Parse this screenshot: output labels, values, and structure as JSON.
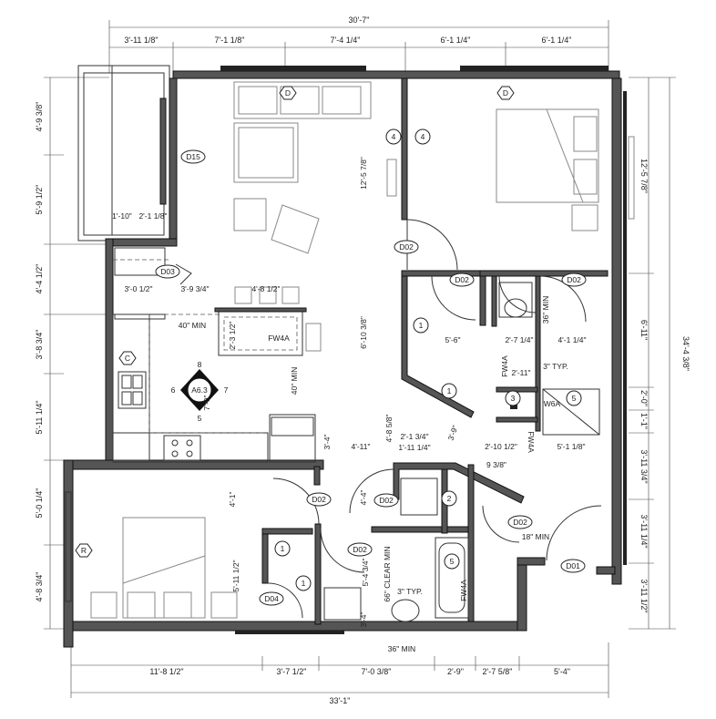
{
  "dimensions": {
    "overall_top": "30'-7\"",
    "top_row": [
      "3'-11 1/8\"",
      "7'-1 1/8\"",
      "7'-4 1/4\"",
      "6'-1 1/4\"",
      "6'-1 1/4\""
    ],
    "overall_bottom": "33'-1\"",
    "bottom_row": [
      "11'-8 1/2\"",
      "3'-7 1/2\"",
      "7'-0 3/8\"",
      "2'-9\"",
      "2'-7 5/8\"",
      "5'-4\""
    ],
    "left_column": [
      "4'-9 3/8\"",
      "5'-9 1/2\"",
      "4'-4 1/2\"",
      "3'-8 3/4\"",
      "5'-11 1/4\"",
      "5'-0 1/4\"",
      "4'-8 3/4\""
    ],
    "right_overall": "34'-4 3/8\"",
    "right_column": [
      "12'-5 7/8\"",
      "6'-11\"",
      "2'-0\"",
      "1'-1\"",
      "3'-11 3/4\"",
      "3'-11 1/4\"",
      "3'-11 1/2\""
    ],
    "interior": {
      "closet_1_10": "1'-10\"",
      "closet_2_1": "2'-1 1/8\"",
      "d3_width": "3'-0 1/2\"",
      "d3_side": "3'-9 3/4\"",
      "bar_width": "4'-8 1/2\"",
      "island_clear": "40\" MIN",
      "island_depth": "2'-3 1/2\"",
      "kitchen_aisle": "40\" MIN",
      "kitchen_depth": "7'-0\"",
      "living_height": "12'-5 7/8\"",
      "living_mid": "6'-10 3/8\"",
      "living_low": "4'-8 5/8\"",
      "counter_end": "3'-4\"",
      "hall_4_11": "4'-11\"",
      "hall_2_1": "2'-1 3/4\"",
      "hall_1_11": "1'-11 1/4\"",
      "hall_3_9": "3'-9\"",
      "hall_2_10": "2'-10 1/2\"",
      "hall_9_3": "9 3/8\"",
      "bath_5_6": "5'-6\"",
      "bath_2_7": "2'-7 1/4\"",
      "bath_4_1": "4'-1 1/4\"",
      "bath_36": "36\" MIN",
      "bath_2_11": "2'-11\"",
      "bath_3typ": "3\" TYP.",
      "bath_5_1": "5'-1 1/8\"",
      "bed2_4_1": "4'-1\"",
      "bed2_4_4": "4'-4\"",
      "bed2_5_11": "5'-11 1/2\"",
      "bed2_5_4": "5'-4 3/4\"",
      "bath2_66": "66\" CLEAR MIN",
      "bath2_3typ": "3\" TYP.",
      "bath2_3_4": "3'-4\"",
      "bath2_36": "36\" MIN",
      "entry_18": "18\" MIN"
    }
  },
  "tags": {
    "door_d15": "D15",
    "door_d03": "D03",
    "door_d02": "D02",
    "door_d01": "D01",
    "door_d04": "D04",
    "window_d": "D",
    "window_r": "R",
    "window_c": "C",
    "n1": "1",
    "n2": "2",
    "n3": "3",
    "n4": "4",
    "n5": "5",
    "fw4a": "FW4A",
    "w6a": "W6A",
    "a63": "A6.3",
    "sec_top": "8",
    "sec_left": "6",
    "sec_right": "7",
    "sec_bottom": "5"
  }
}
